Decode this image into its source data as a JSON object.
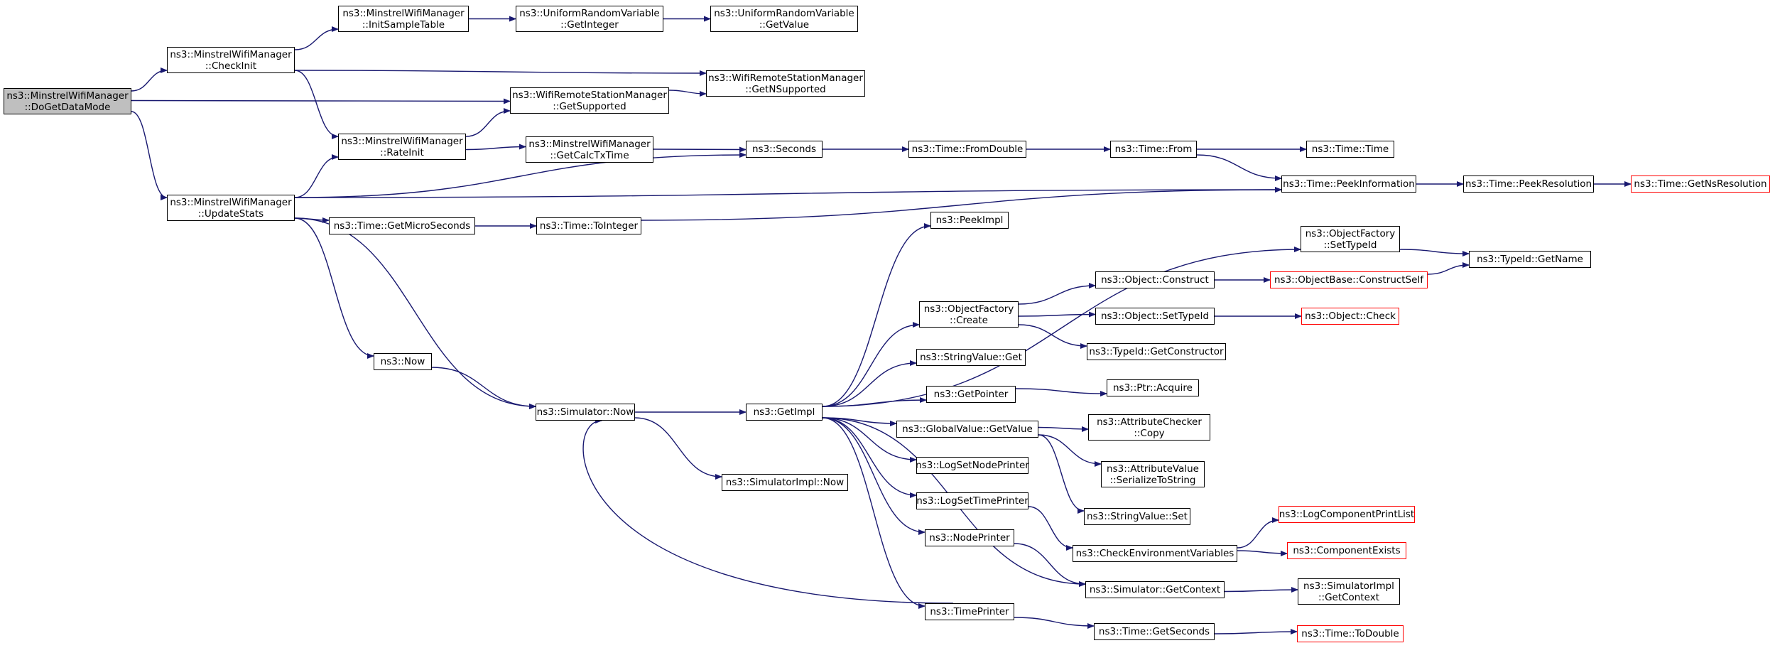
{
  "colors": {
    "edge": "#191970",
    "root_fill": "#bfbfbf",
    "truncated_border": "#ff0000",
    "node_border": "#000000"
  },
  "nodes": {
    "dogetdatamode": {
      "lines": [
        "ns3::MinstrelWifiManager",
        "::DoGetDataMode"
      ],
      "root": true
    },
    "checkinit": {
      "lines": [
        "ns3::MinstrelWifiManager",
        "::CheckInit"
      ]
    },
    "initsampletable": {
      "lines": [
        "ns3::MinstrelWifiManager",
        "::InitSampleTable"
      ]
    },
    "urv_getinteger": {
      "lines": [
        "ns3::UniformRandomVariable",
        "::GetInteger"
      ]
    },
    "urv_getvalue": {
      "lines": [
        "ns3::UniformRandomVariable",
        "::GetValue"
      ]
    },
    "getnsupported": {
      "lines": [
        "ns3::WifiRemoteStationManager",
        "::GetNSupported"
      ]
    },
    "getsupported": {
      "lines": [
        "ns3::WifiRemoteStationManager",
        "::GetSupported"
      ]
    },
    "rateinit": {
      "lines": [
        "ns3::MinstrelWifiManager",
        "::RateInit"
      ]
    },
    "getcalctxtime": {
      "lines": [
        "ns3::MinstrelWifiManager",
        "::GetCalcTxTime"
      ]
    },
    "seconds": {
      "lines": [
        "ns3::Seconds"
      ]
    },
    "fromdouble": {
      "lines": [
        "ns3::Time::FromDouble"
      ]
    },
    "time_from": {
      "lines": [
        "ns3::Time::From"
      ]
    },
    "time_time": {
      "lines": [
        "ns3::Time::Time"
      ]
    },
    "updatestats": {
      "lines": [
        "ns3::MinstrelWifiManager",
        "::UpdateStats"
      ]
    },
    "peekinformation": {
      "lines": [
        "ns3::Time::PeekInformation"
      ]
    },
    "peekresolution": {
      "lines": [
        "ns3::Time::PeekResolution"
      ]
    },
    "getnsresolution": {
      "lines": [
        "ns3::Time::GetNsResolution"
      ],
      "truncated": true
    },
    "getmicroseconds": {
      "lines": [
        "ns3::Time::GetMicroSeconds"
      ]
    },
    "tointeger": {
      "lines": [
        "ns3::Time::ToInteger"
      ]
    },
    "peekimpl": {
      "lines": [
        "ns3::PeekImpl"
      ]
    },
    "of_settypeid": {
      "lines": [
        "ns3::ObjectFactory",
        "::SetTypeId"
      ]
    },
    "typeid_getname": {
      "lines": [
        "ns3::TypeId::GetName"
      ]
    },
    "object_construct": {
      "lines": [
        "ns3::Object::Construct"
      ]
    },
    "constructself": {
      "lines": [
        "ns3::ObjectBase::ConstructSelf"
      ],
      "truncated": true
    },
    "of_create": {
      "lines": [
        "ns3::ObjectFactory",
        "::Create"
      ]
    },
    "object_settypeid": {
      "lines": [
        "ns3::Object::SetTypeId"
      ]
    },
    "object_check": {
      "lines": [
        "ns3::Object::Check"
      ],
      "truncated": true
    },
    "getconstructor": {
      "lines": [
        "ns3::TypeId::GetConstructor"
      ]
    },
    "ns3_now": {
      "lines": [
        "ns3::Now"
      ]
    },
    "stringvalue_get": {
      "lines": [
        "ns3::StringValue::Get"
      ]
    },
    "getpointer": {
      "lines": [
        "ns3::GetPointer"
      ]
    },
    "ptr_acquire": {
      "lines": [
        "ns3::Ptr::Acquire"
      ]
    },
    "simulator_now": {
      "lines": [
        "ns3::Simulator::Now"
      ]
    },
    "getimpl": {
      "lines": [
        "ns3::GetImpl"
      ]
    },
    "globalvalue_getvalue": {
      "lines": [
        "ns3::GlobalValue::GetValue"
      ]
    },
    "attributechecker_copy": {
      "lines": [
        "ns3::AttributeChecker",
        "::Copy"
      ]
    },
    "logsetnodeprinter": {
      "lines": [
        "ns3::LogSetNodePrinter"
      ]
    },
    "serializetostring": {
      "lines": [
        "ns3::AttributeValue",
        "::SerializeToString"
      ]
    },
    "simulatorimpl_now": {
      "lines": [
        "ns3::SimulatorImpl::Now"
      ]
    },
    "logsettimeprinter": {
      "lines": [
        "ns3::LogSetTimePrinter"
      ]
    },
    "stringvalue_set": {
      "lines": [
        "ns3::StringValue::Set"
      ]
    },
    "logcomponentprintlist": {
      "lines": [
        "ns3::LogComponentPrintList"
      ],
      "truncated": true
    },
    "nodeprinter": {
      "lines": [
        "ns3::NodePrinter"
      ]
    },
    "checkenvvars": {
      "lines": [
        "ns3::CheckEnvironmentVariables"
      ]
    },
    "componentexists": {
      "lines": [
        "ns3::ComponentExists"
      ],
      "truncated": true
    },
    "simulator_getcontext": {
      "lines": [
        "ns3::Simulator::GetContext"
      ]
    },
    "simulatorimpl_getcontext": {
      "lines": [
        "ns3::SimulatorImpl",
        "::GetContext"
      ]
    },
    "timeprinter": {
      "lines": [
        "ns3::TimePrinter"
      ]
    },
    "time_getseconds": {
      "lines": [
        "ns3::Time::GetSeconds"
      ]
    },
    "time_todouble": {
      "lines": [
        "ns3::Time::ToDouble"
      ],
      "truncated": true
    }
  },
  "edges": [
    [
      "dogetdatamode",
      "checkinit"
    ],
    [
      "dogetdatamode",
      "getsupported"
    ],
    [
      "dogetdatamode",
      "updatestats"
    ],
    [
      "checkinit",
      "initsampletable"
    ],
    [
      "checkinit",
      "getnsupported"
    ],
    [
      "checkinit",
      "rateinit"
    ],
    [
      "initsampletable",
      "urv_getinteger"
    ],
    [
      "urv_getinteger",
      "urv_getvalue"
    ],
    [
      "getsupported",
      "getnsupported"
    ],
    [
      "rateinit",
      "getsupported"
    ],
    [
      "rateinit",
      "getcalctxtime"
    ],
    [
      "getcalctxtime",
      "seconds"
    ],
    [
      "seconds",
      "fromdouble"
    ],
    [
      "fromdouble",
      "time_from"
    ],
    [
      "time_from",
      "time_time"
    ],
    [
      "time_from",
      "peekinformation"
    ],
    [
      "updatestats",
      "rateinit"
    ],
    [
      "updatestats",
      "seconds"
    ],
    [
      "updatestats",
      "peekinformation"
    ],
    [
      "updatestats",
      "getmicroseconds"
    ],
    [
      "updatestats",
      "ns3_now"
    ],
    [
      "updatestats",
      "simulator_now"
    ],
    [
      "peekinformation",
      "peekresolution"
    ],
    [
      "peekresolution",
      "getnsresolution"
    ],
    [
      "getmicroseconds",
      "tointeger"
    ],
    [
      "tointeger",
      "peekinformation"
    ],
    [
      "ns3_now",
      "simulator_now"
    ],
    [
      "simulator_now",
      "getimpl"
    ],
    [
      "simulator_now",
      "simulatorimpl_now"
    ],
    [
      "getimpl",
      "peekimpl"
    ],
    [
      "getimpl",
      "of_settypeid"
    ],
    [
      "getimpl",
      "of_create"
    ],
    [
      "getimpl",
      "stringvalue_get"
    ],
    [
      "getimpl",
      "getpointer"
    ],
    [
      "getimpl",
      "globalvalue_getvalue"
    ],
    [
      "getimpl",
      "logsetnodeprinter"
    ],
    [
      "getimpl",
      "logsettimeprinter"
    ],
    [
      "getimpl",
      "nodeprinter"
    ],
    [
      "getimpl",
      "timeprinter"
    ],
    [
      "getimpl",
      "simulator_getcontext"
    ],
    [
      "of_settypeid",
      "typeid_getname"
    ],
    [
      "of_create",
      "object_construct"
    ],
    [
      "of_create",
      "object_settypeid"
    ],
    [
      "of_create",
      "getconstructor"
    ],
    [
      "object_construct",
      "constructself"
    ],
    [
      "constructself",
      "typeid_getname"
    ],
    [
      "object_settypeid",
      "object_check"
    ],
    [
      "getpointer",
      "ptr_acquire"
    ],
    [
      "globalvalue_getvalue",
      "attributechecker_copy"
    ],
    [
      "globalvalue_getvalue",
      "serializetostring"
    ],
    [
      "globalvalue_getvalue",
      "stringvalue_set"
    ],
    [
      "logsettimeprinter",
      "checkenvvars"
    ],
    [
      "nodeprinter",
      "simulator_getcontext"
    ],
    [
      "checkenvvars",
      "logcomponentprintlist"
    ],
    [
      "checkenvvars",
      "componentexists"
    ],
    [
      "simulator_getcontext",
      "simulatorimpl_getcontext"
    ],
    [
      "timeprinter",
      "simulator_now"
    ],
    [
      "timeprinter",
      "time_getseconds"
    ],
    [
      "time_getseconds",
      "time_todouble"
    ]
  ]
}
